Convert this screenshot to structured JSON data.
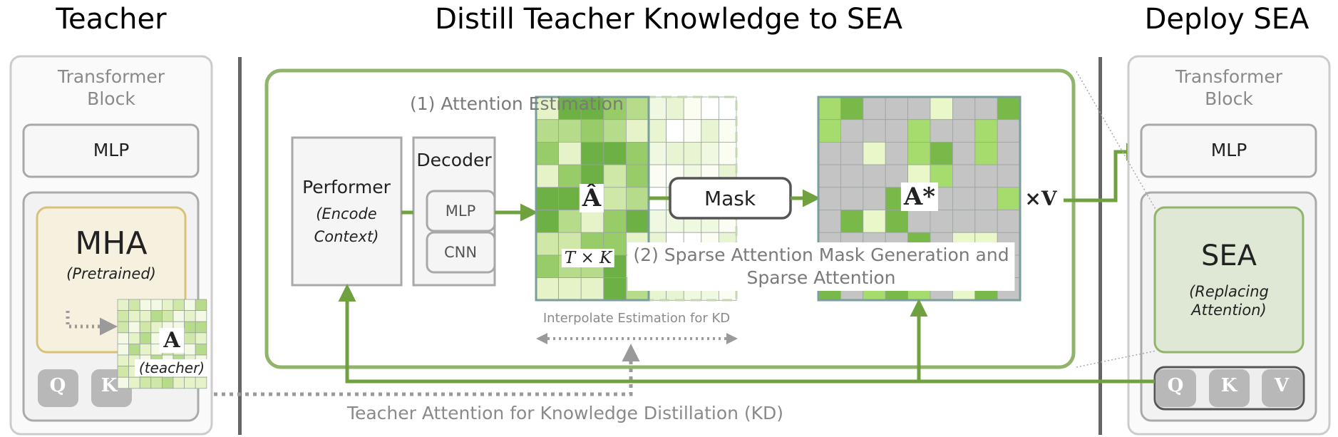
{
  "headings": {
    "teacher": "Teacher",
    "distill": "Distill Teacher Knowledge to SEA",
    "deploy": "Deploy SEA"
  },
  "teacher_block": {
    "title": "Transformer\nBlock",
    "mlp": "MLP",
    "mha_title": "MHA",
    "mha_subtitle": "(Pretrained)",
    "attention_symbol": "A",
    "attention_caption": "(teacher)",
    "inputs": [
      "Q",
      "K"
    ]
  },
  "distill": {
    "performer_title": "Performer",
    "performer_subtitle": "(Encode\nContext)",
    "decoder_title": "Decoder",
    "decoder_items": [
      "MLP",
      "CNN"
    ],
    "step1_label": "(1) Attention Estimation",
    "estimated_symbol": "Â",
    "estimated_dims": "T × K",
    "mask_label": "Mask",
    "sparse_symbol": "A*",
    "times_v": "×V",
    "step2_label": "(2) Sparse Attention Mask Generation and\nSparse Attention",
    "interpolate_label": "Interpolate Estimation for KD",
    "kd_label": "Teacher Attention for Knowledge Distillation (KD)"
  },
  "deploy_block": {
    "title": "Transformer\nBlock",
    "mlp": "MLP",
    "sea_title": "SEA",
    "sea_subtitle": "(Replacing\nAttention)",
    "inputs": [
      "Q",
      "K",
      "V"
    ]
  },
  "colors": {
    "green_line": "#6fa13f",
    "green_border": "#8fb46a",
    "panel_border": "#cccccc",
    "divider": "#666666",
    "mha_fill": "#f6f1de",
    "mha_border": "#d8c27a",
    "sea_fill": "#dfe8d5",
    "masked_cell": "#c4c4c4",
    "gray_text": "#8a8a8a"
  }
}
